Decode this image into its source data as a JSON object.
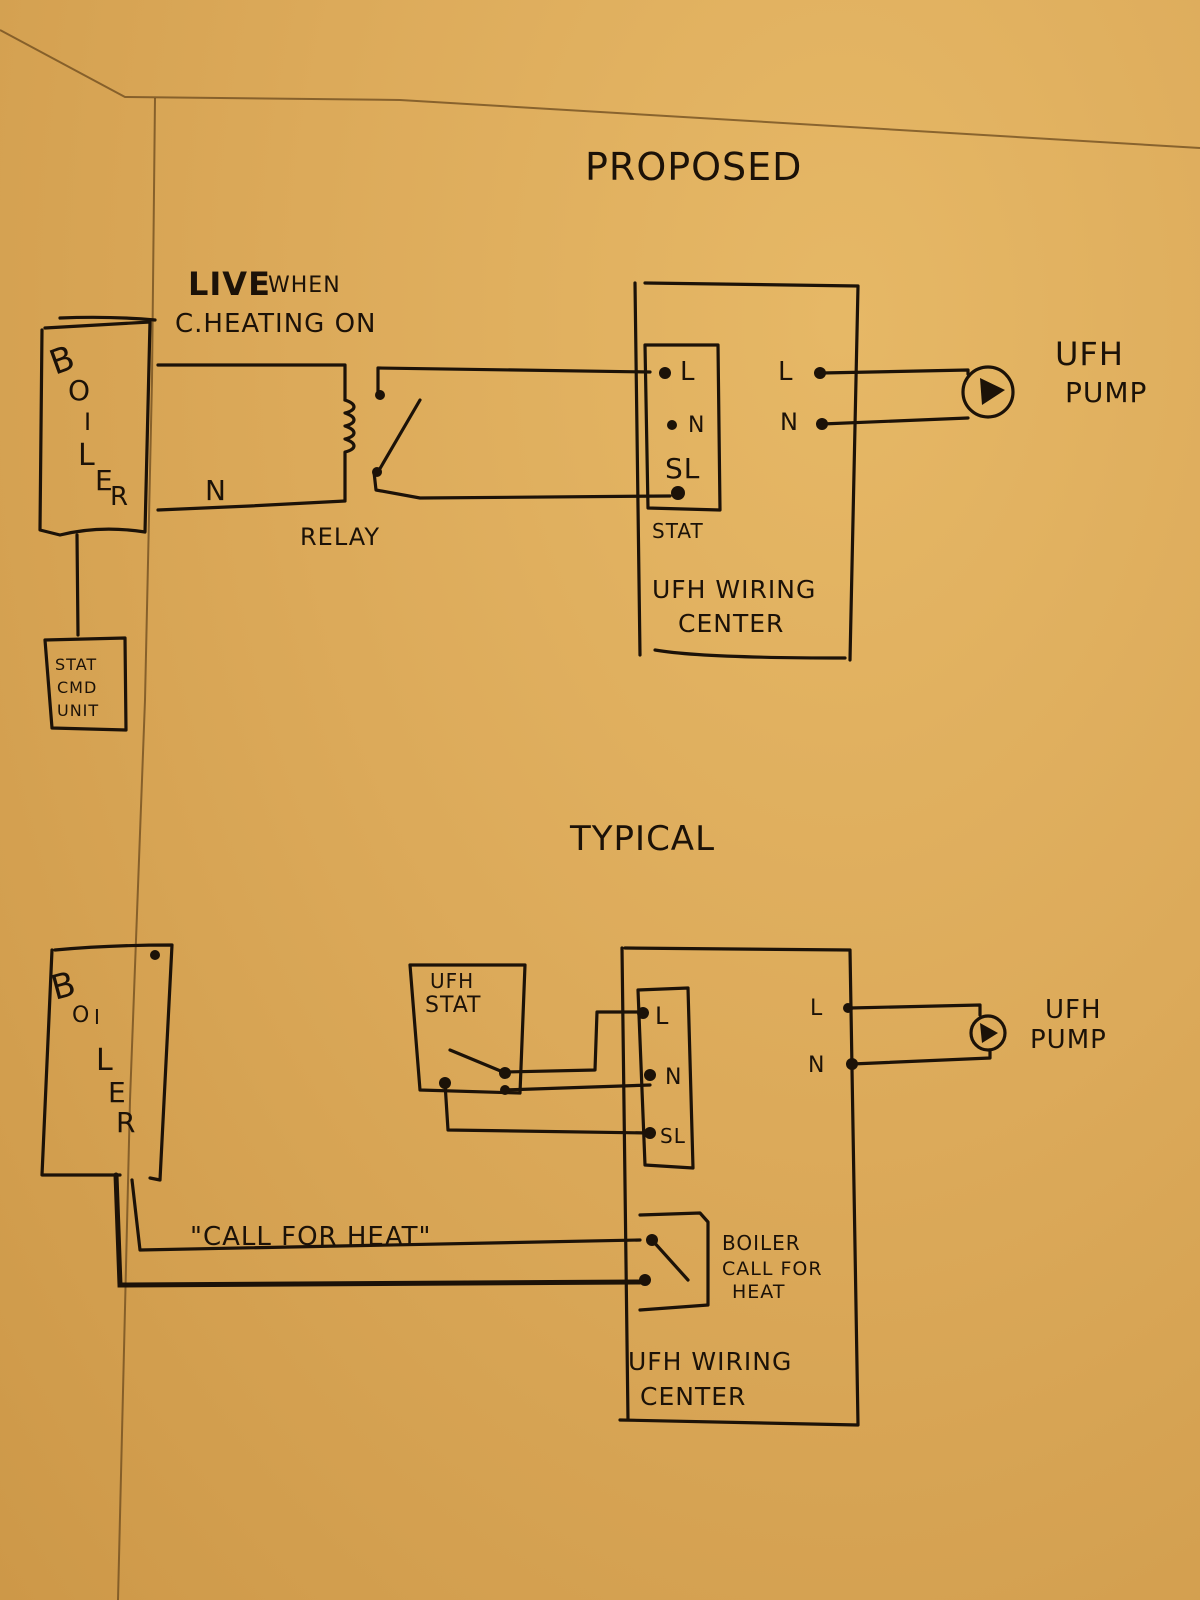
{
  "proposed": {
    "title": "PROPOSED",
    "boiler_label": [
      "B",
      "O",
      "I",
      "L",
      "E",
      "R"
    ],
    "live_label_bold": "LIVE",
    "live_label_rest": "WHEN",
    "live_label_line2": "C.HEATING ON",
    "neutral_label": "N",
    "relay_label": "RELAY",
    "stat_unit_label": [
      "STAT",
      "CMD",
      "UNIT"
    ],
    "stat_terminals": [
      "L",
      "N",
      "SL"
    ],
    "stat_block_label": "STAT",
    "pump_terminals": [
      "L",
      "N"
    ],
    "wiring_center_label": [
      "UFH WIRING",
      "CENTER"
    ],
    "pump_label": [
      "UFH",
      "PUMP"
    ]
  },
  "typical": {
    "title": "TYPICAL",
    "boiler_label": [
      "B",
      "O",
      "I",
      "L",
      "E",
      "R"
    ],
    "ufh_stat_label": [
      "UFH",
      "STAT"
    ],
    "stat_terminals": [
      "L",
      "N",
      "SL"
    ],
    "pump_terminals": [
      "L",
      "N"
    ],
    "pump_label": [
      "UFH",
      "PUMP"
    ],
    "call_for_heat_label": "\"CALL FOR HEAT\"",
    "boiler_call_label": [
      "BOILER",
      "CALL FOR",
      "HEAT"
    ],
    "wiring_center_label": [
      "UFH WIRING",
      "CENTER"
    ]
  },
  "colors": {
    "paper": "#dcaa5a",
    "ink": "#1c1208"
  }
}
